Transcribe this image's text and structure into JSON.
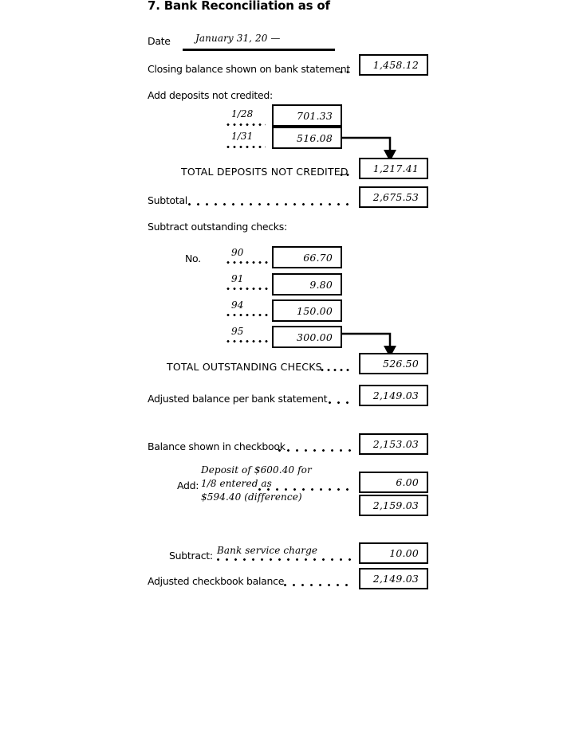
{
  "form": {
    "title": "7. Bank Reconciliation as of",
    "date_label": "Date",
    "date_value": "January 31, 20 —"
  },
  "bank_side": {
    "closing_balance_label": "Closing balance shown on bank statement",
    "closing_balance_value": "1,458.12",
    "deposits_header": "Add deposits not credited:",
    "deposits": [
      {
        "date": "1/28",
        "amount": "701.33"
      },
      {
        "date": "1/31",
        "amount": "516.08"
      }
    ],
    "total_deposits_label": "TOTAL DEPOSITS NOT CREDITED",
    "total_deposits_value": "1,217.41",
    "subtotal_label": "Subtotal",
    "subtotal_value": "2,675.53",
    "checks_header": "Subtract outstanding checks:",
    "check_no_label": "No.",
    "checks": [
      {
        "number": "90",
        "amount": "66.70"
      },
      {
        "number": "91",
        "amount": "9.80"
      },
      {
        "number": "94",
        "amount": "150.00"
      },
      {
        "number": "95",
        "amount": "300.00"
      }
    ],
    "total_checks_label": "TOTAL OUTSTANDING CHECKS",
    "total_checks_value": "526.50",
    "adjusted_bank_label": "Adjusted balance per bank statement",
    "adjusted_bank_value": "2,149.03"
  },
  "checkbook_side": {
    "checkbook_balance_label": "Balance shown in checkbook",
    "checkbook_balance_value": "2,153.03",
    "add_label": "Add:",
    "add_note_line1": "Deposit of $600.40 for",
    "add_note_line2": "1/8 entered as",
    "add_note_line3": "$594.40 (difference)",
    "add_value": "6.00",
    "add_total_value": "2,159.03",
    "subtract_label": "Subtract:",
    "subtract_note": "Bank service charge",
    "subtract_value": "10.00",
    "adjusted_checkbook_label": "Adjusted checkbook balance",
    "adjusted_checkbook_value": "2,149.03"
  }
}
